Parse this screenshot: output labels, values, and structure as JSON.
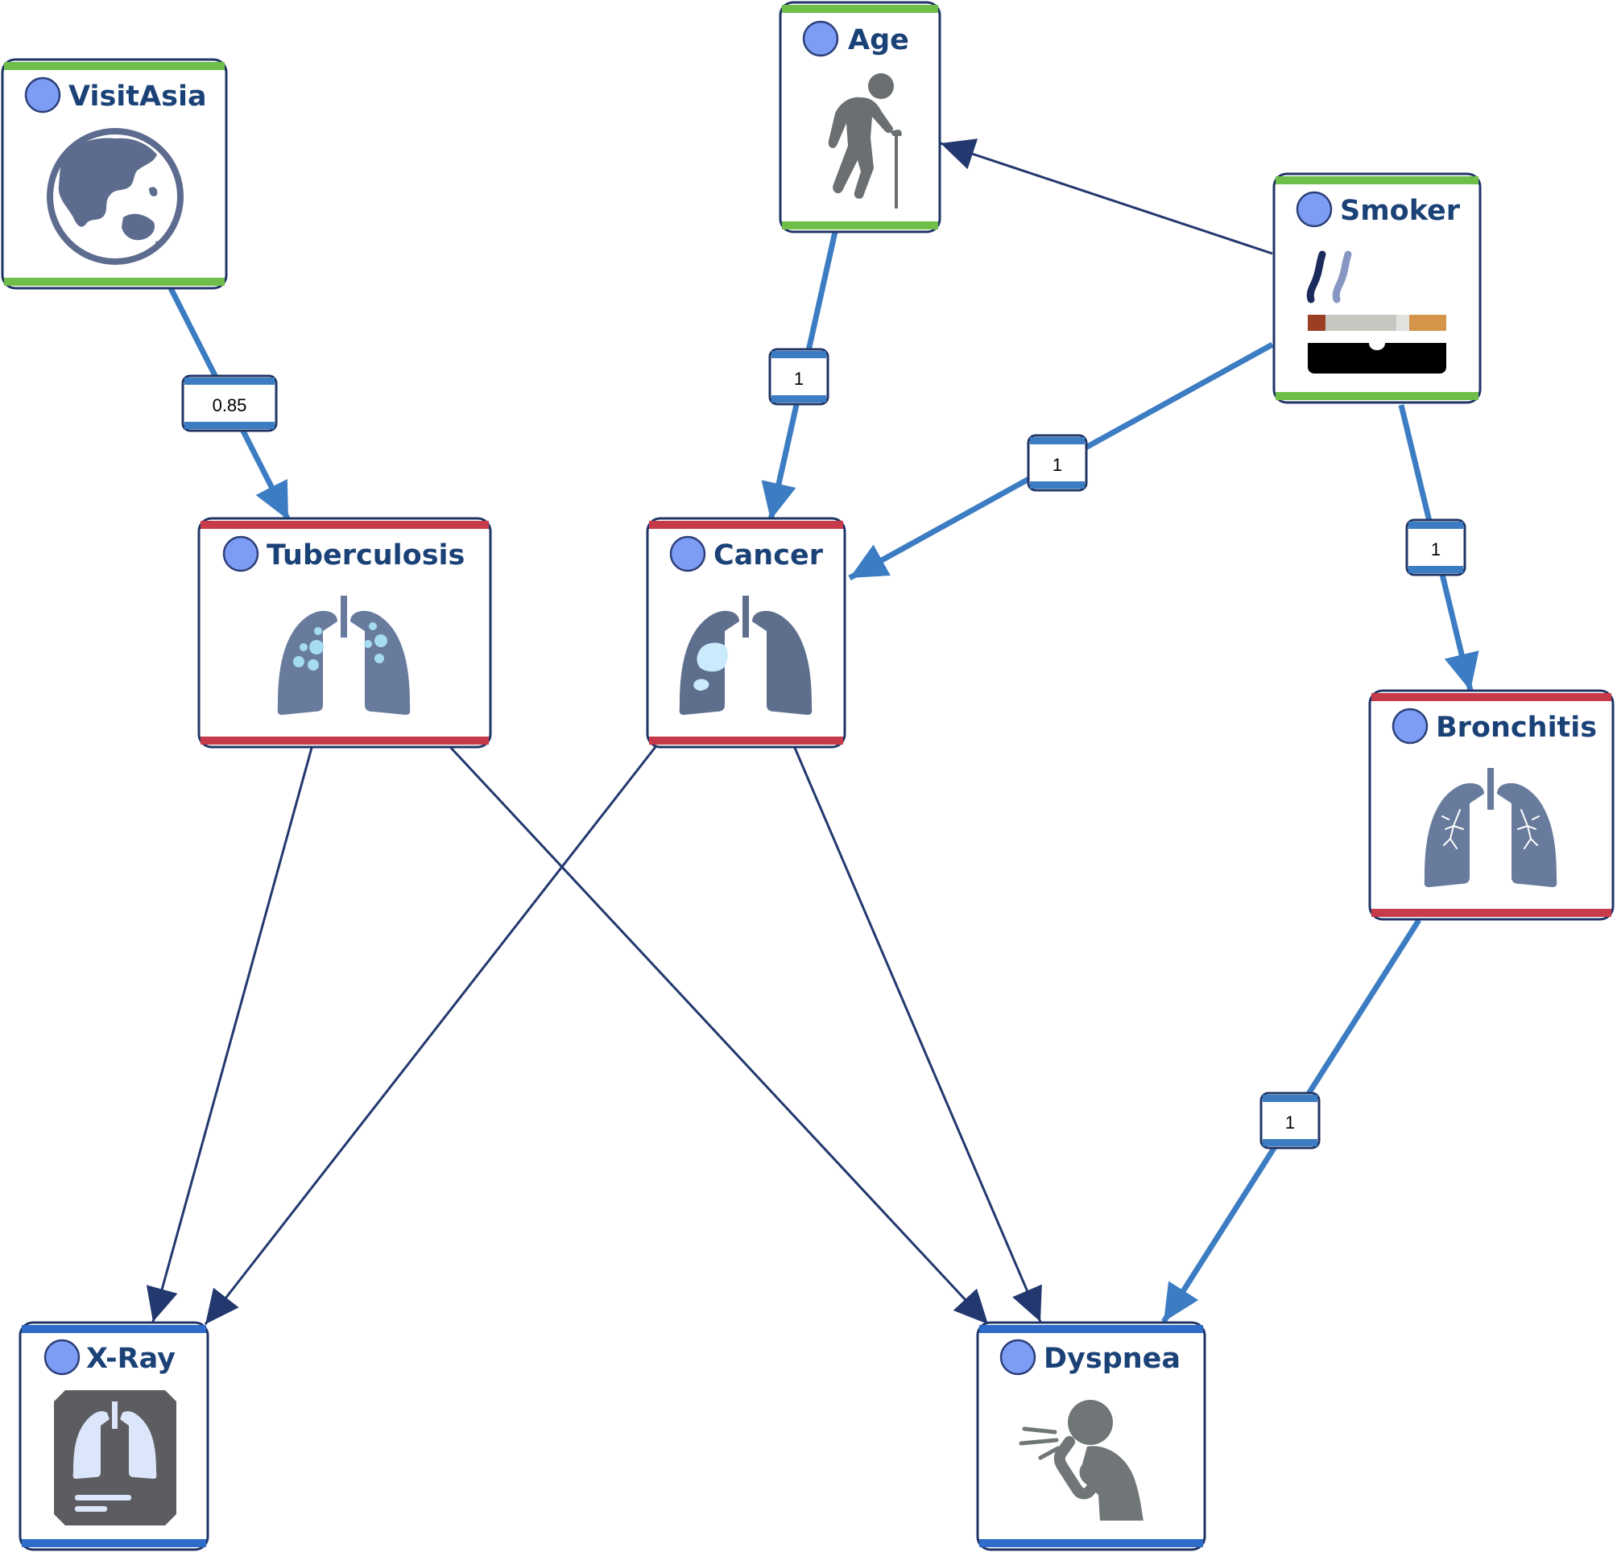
{
  "colors": {
    "evidence_bar": "#6fbe4a",
    "hidden_bar": "#c73a4a",
    "observed_bar": "#2f6bc9",
    "node_border": "#1f3566",
    "title_text": "#1b4277",
    "state_dot": "#7d9df5",
    "strong_edge": "#3c7cc2",
    "weak_edge": "#22386e",
    "icon_slate": "#5f7292",
    "icon_gray": "#6b6f72"
  },
  "nodes": {
    "visitasia": {
      "title": "VisitAsia",
      "icon": "globe-icon",
      "bar": "evidence"
    },
    "age": {
      "title": "Age",
      "icon": "elderly-person-icon",
      "bar": "evidence"
    },
    "smoker": {
      "title": "Smoker",
      "icon": "cigarette-icon",
      "bar": "evidence"
    },
    "tuberculosis": {
      "title": "Tuberculosis",
      "icon": "lungs-spots-icon",
      "bar": "hidden"
    },
    "cancer": {
      "title": "Cancer",
      "icon": "lungs-tumor-icon",
      "bar": "hidden"
    },
    "bronchitis": {
      "title": "Bronchitis",
      "icon": "lungs-bronchi-icon",
      "bar": "hidden"
    },
    "xray": {
      "title": "X-Ray",
      "icon": "xray-film-icon",
      "bar": "observed"
    },
    "dyspnea": {
      "title": "Dyspnea",
      "icon": "coughing-person-icon",
      "bar": "observed"
    }
  },
  "edges": [
    {
      "from": "VisitAsia",
      "to": "Tuberculosis",
      "weight": "0.85",
      "style": "strong"
    },
    {
      "from": "Age",
      "to": "Cancer",
      "weight": "1",
      "style": "strong"
    },
    {
      "from": "Smoker",
      "to": "Age",
      "weight": "",
      "style": "weak"
    },
    {
      "from": "Smoker",
      "to": "Cancer",
      "weight": "1",
      "style": "strong"
    },
    {
      "from": "Smoker",
      "to": "Bronchitis",
      "weight": "1",
      "style": "strong"
    },
    {
      "from": "Bronchitis",
      "to": "Dyspnea",
      "weight": "1",
      "style": "strong"
    },
    {
      "from": "Tuberculosis",
      "to": "X-Ray",
      "weight": "",
      "style": "weak"
    },
    {
      "from": "Tuberculosis",
      "to": "Dyspnea",
      "weight": "",
      "style": "weak"
    },
    {
      "from": "Cancer",
      "to": "X-Ray",
      "weight": "",
      "style": "weak"
    },
    {
      "from": "Cancer",
      "to": "Dyspnea",
      "weight": "",
      "style": "weak"
    }
  ]
}
